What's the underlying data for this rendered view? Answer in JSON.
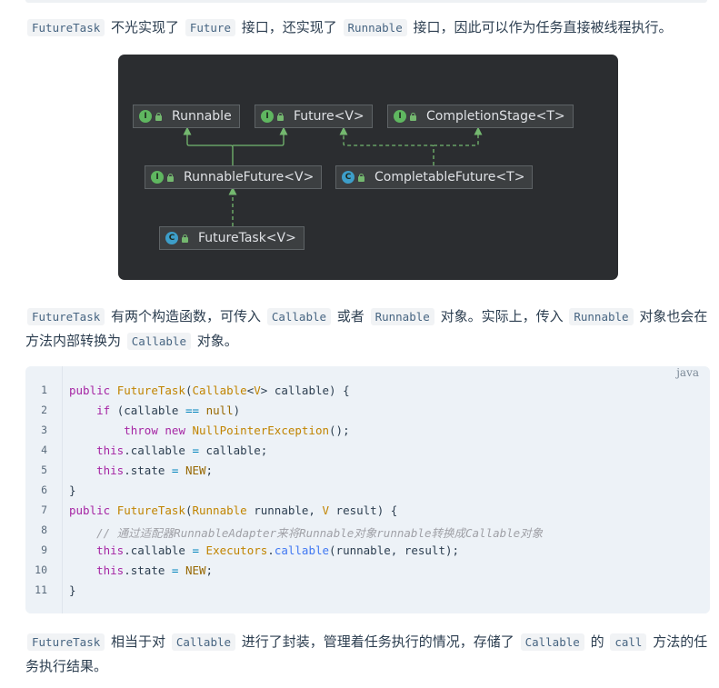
{
  "para1": {
    "code1": "FutureTask",
    "text1": " 不光实现了 ",
    "code2": "Future",
    "text2": " 接口，还实现了 ",
    "code3": "Runnable",
    "text3": " 接口，因此可以作为任务直接被线程执行。"
  },
  "diagram": {
    "nodes": [
      {
        "key": "runnable",
        "kind": "I",
        "label": "Runnable"
      },
      {
        "key": "future",
        "kind": "I",
        "label": "Future<V>"
      },
      {
        "key": "completion_stage",
        "kind": "I",
        "label": "CompletionStage<T>"
      },
      {
        "key": "runnable_future",
        "kind": "I",
        "label": "RunnableFuture<V>"
      },
      {
        "key": "completable_future",
        "kind": "C",
        "label": "CompletableFuture<T>"
      },
      {
        "key": "future_task",
        "kind": "C",
        "label": "FutureTask<V>"
      }
    ],
    "colors": {
      "background": "#2b2d30",
      "arrow": "#74b86f",
      "interface_badge": "#5fb760",
      "class_badge": "#3d9ec9"
    }
  },
  "para2": {
    "code1": "FutureTask",
    "text1": " 有两个构造函数，可传入 ",
    "code2": "Callable",
    "text2": " 或者 ",
    "code3": "Runnable",
    "text3": " 对象。实际上，传入 ",
    "code4": "Runnable",
    "text4": " 对象也会在方法内部转换为 ",
    "code5": "Callable",
    "text5": " 对象。"
  },
  "code": {
    "lang": "java",
    "line_numbers": [
      "1",
      "2",
      "3",
      "4",
      "5",
      "6",
      "7",
      "8",
      "9",
      "10",
      "11"
    ],
    "lines": [
      "public FutureTask(Callable<V> callable) {",
      "    if (callable == null)",
      "        throw new NullPointerException();",
      "    this.callable = callable;",
      "    this.state = NEW;",
      "}",
      "public FutureTask(Runnable runnable, V result) {",
      "    // 通过适配器RunnableAdapter来将Runnable对象runnable转换成Callable对象",
      "    this.callable = Executors.callable(runnable, result);",
      "    this.state = NEW;",
      "}"
    ]
  },
  "para3": {
    "code1": "FutureTask",
    "text1": " 相当于对 ",
    "code2": "Callable",
    "text2": " 进行了封装，管理着任务执行的情况，存储了 ",
    "code3": "Callable",
    "text3": " 的 ",
    "code4": "call",
    "text4": " 方法的任务执行结果。"
  }
}
